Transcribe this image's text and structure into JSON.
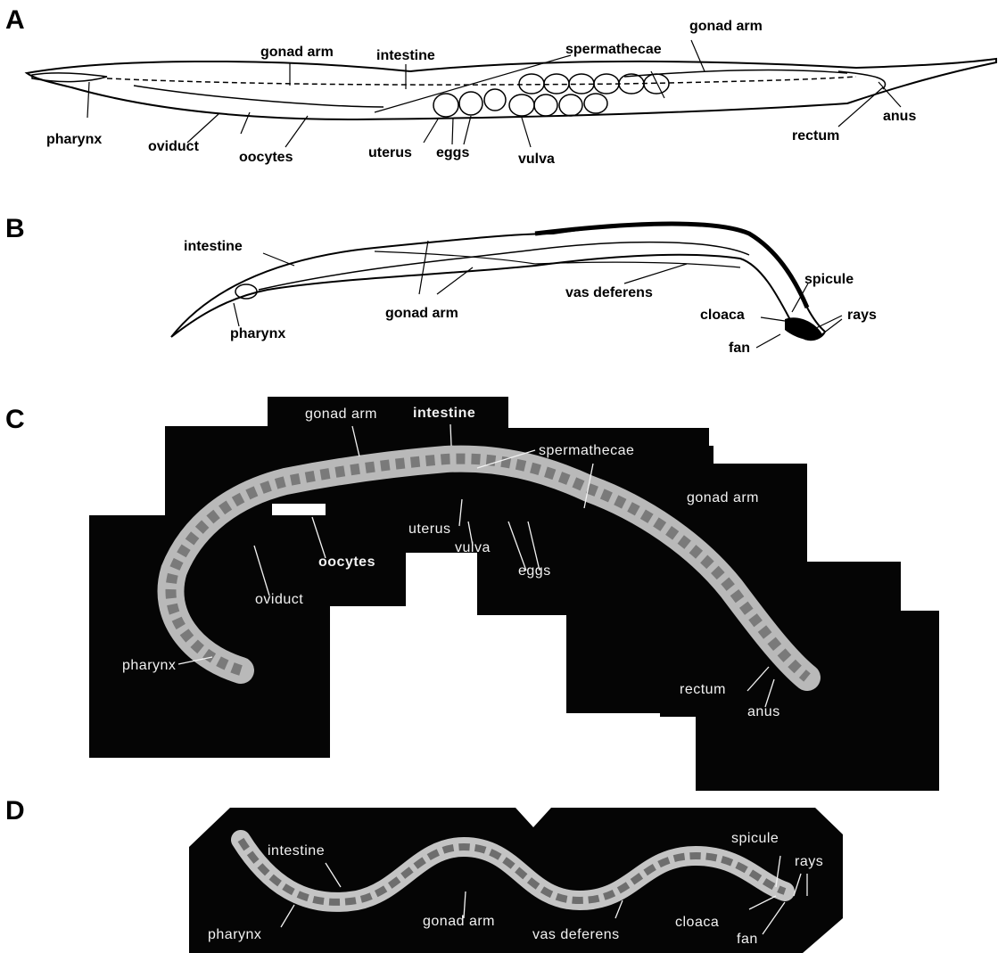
{
  "panels": {
    "a": {
      "letter": "A",
      "labels": {
        "gonad_arm_left": "gonad arm",
        "intestine": "intestine",
        "spermathecae": "spermathecae",
        "gonad_arm_right": "gonad arm",
        "pharynx": "pharynx",
        "oviduct": "oviduct",
        "oocytes": "oocytes",
        "uterus": "uterus",
        "eggs": "eggs",
        "vulva": "vulva",
        "rectum": "rectum",
        "anus": "anus"
      }
    },
    "b": {
      "letter": "B",
      "labels": {
        "intestine": "intestine",
        "pharynx": "pharynx",
        "gonad_arm": "gonad arm",
        "vas_deferens": "vas deferens",
        "spicule": "spicule",
        "cloaca": "cloaca",
        "rays": "rays",
        "fan": "fan"
      }
    },
    "c": {
      "letter": "C",
      "labels": {
        "gonad_arm_left": "gonad arm",
        "intestine": "intestine",
        "spermathecae": "spermathecae",
        "gonad_arm_right": "gonad arm",
        "uterus": "uterus",
        "vulva": "vulva",
        "oocytes": "oocytes",
        "eggs": "eggs",
        "oviduct": "oviduct",
        "pharynx": "pharynx",
        "rectum": "rectum",
        "anus": "anus"
      }
    },
    "d": {
      "letter": "D",
      "labels": {
        "intestine": "intestine",
        "spicule": "spicule",
        "rays": "rays",
        "pharynx": "pharynx",
        "gonad_arm": "gonad arm",
        "vas_deferens": "vas deferens",
        "cloaca": "cloaca",
        "fan": "fan"
      }
    }
  },
  "colors": {
    "ink": "#000000",
    "paper": "#ffffff",
    "micrograph_bg": "#050505",
    "micrograph_label": "#f2f2f2"
  }
}
